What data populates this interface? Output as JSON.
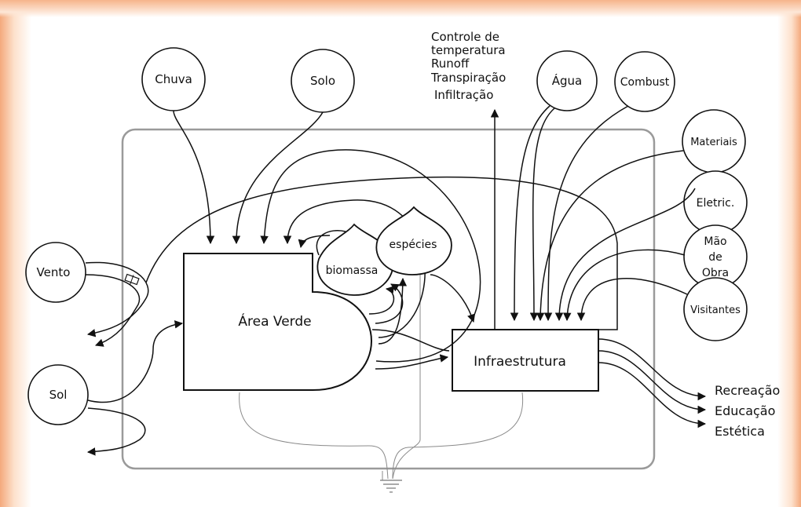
{
  "sources": {
    "chuva": "Chuva",
    "solo": "Solo",
    "vento": "Vento",
    "sol": "Sol",
    "agua": "Água",
    "combust": "Combust",
    "materiais": "Materiais",
    "eletric": "Eletric.",
    "mao_line1": "Mão",
    "mao_line2": "de",
    "mao_line3": "Obra",
    "visitantes": "Visitantes"
  },
  "storages": {
    "area_verde": "Área Verde",
    "biomassa": "biomassa",
    "especies": "espécies",
    "infraestrutura": "Infraestrutura"
  },
  "services": [
    "Controle de",
    "temperatura",
    "Runoff",
    "Transpiração",
    "Infiltração"
  ],
  "outputs": [
    "Recreação",
    "Educação",
    "Estética"
  ]
}
